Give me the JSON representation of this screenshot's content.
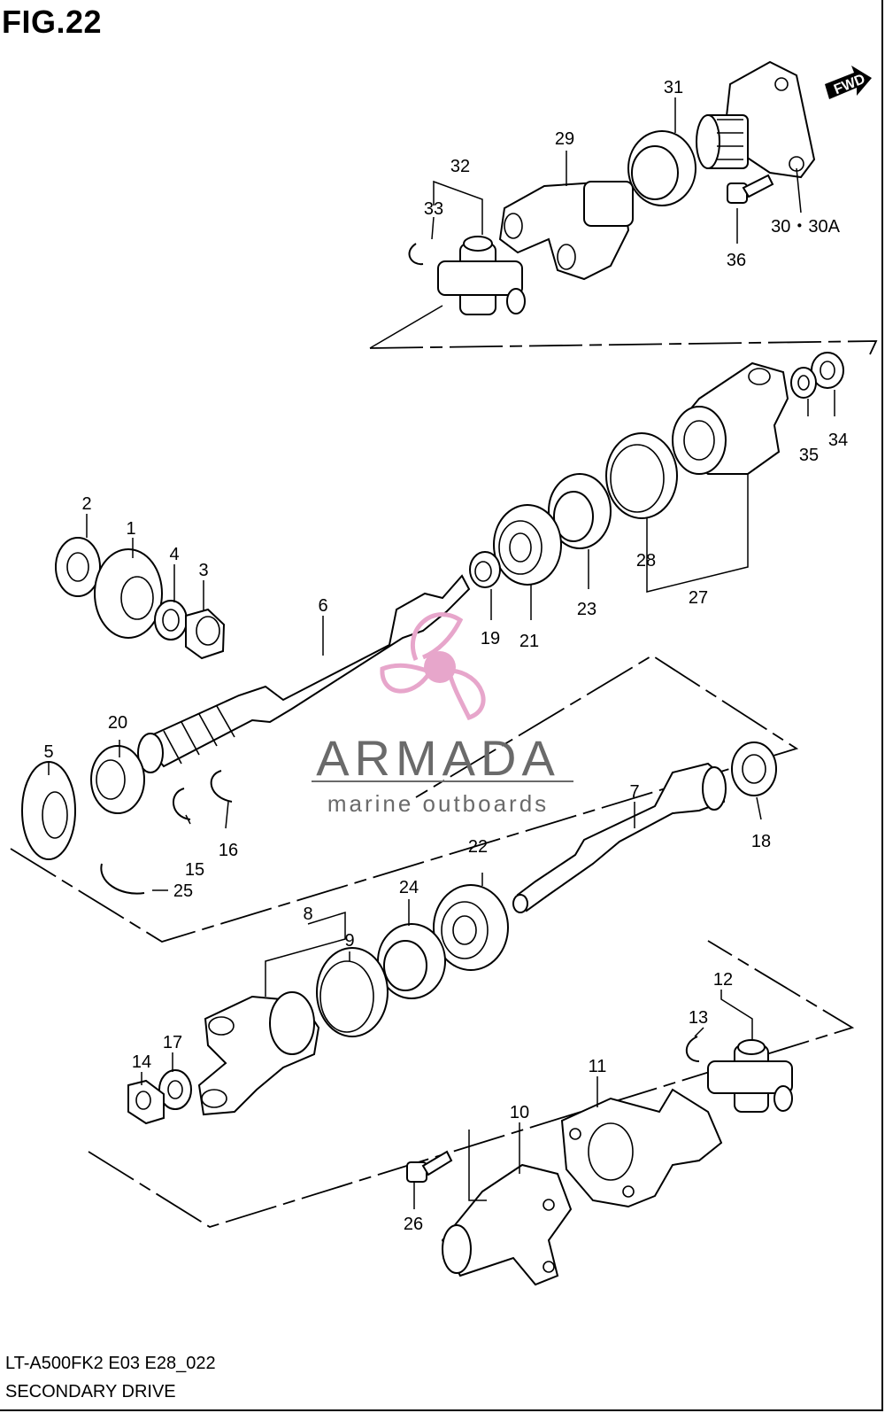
{
  "figure": {
    "title": "FIG.22"
  },
  "footer": {
    "model_code": "LT-A500FK2 E03 E28_022",
    "section_name": "SECONDARY DRIVE"
  },
  "direction_badge": {
    "text": "FWD"
  },
  "watermark": {
    "name": "ARMADA",
    "tagline": "marine outboards",
    "logo_color": "#e7a6cb",
    "text_color": "#6a6a6a"
  },
  "callouts": [
    {
      "id": "c1",
      "text": "1"
    },
    {
      "id": "c2",
      "text": "2"
    },
    {
      "id": "c3",
      "text": "3"
    },
    {
      "id": "c4",
      "text": "4"
    },
    {
      "id": "c5",
      "text": "5"
    },
    {
      "id": "c6",
      "text": "6"
    },
    {
      "id": "c7",
      "text": "7"
    },
    {
      "id": "c8",
      "text": "8"
    },
    {
      "id": "c9",
      "text": "9"
    },
    {
      "id": "c10",
      "text": "10"
    },
    {
      "id": "c11",
      "text": "11"
    },
    {
      "id": "c12",
      "text": "12"
    },
    {
      "id": "c13",
      "text": "13"
    },
    {
      "id": "c14",
      "text": "14"
    },
    {
      "id": "c15",
      "text": "15"
    },
    {
      "id": "c16",
      "text": "16"
    },
    {
      "id": "c17",
      "text": "17"
    },
    {
      "id": "c18",
      "text": "18"
    },
    {
      "id": "c19",
      "text": "19"
    },
    {
      "id": "c20",
      "text": "20"
    },
    {
      "id": "c21",
      "text": "21"
    },
    {
      "id": "c22",
      "text": "22"
    },
    {
      "id": "c23",
      "text": "23"
    },
    {
      "id": "c24",
      "text": "24"
    },
    {
      "id": "c25",
      "text": "25"
    },
    {
      "id": "c26",
      "text": "26"
    },
    {
      "id": "c27",
      "text": "27"
    },
    {
      "id": "c28",
      "text": "28"
    },
    {
      "id": "c29",
      "text": "29"
    },
    {
      "id": "c30",
      "text": "30・30A"
    },
    {
      "id": "c31",
      "text": "31"
    },
    {
      "id": "c32",
      "text": "32"
    },
    {
      "id": "c33",
      "text": "33"
    },
    {
      "id": "c34",
      "text": "34"
    },
    {
      "id": "c35",
      "text": "35"
    },
    {
      "id": "c36",
      "text": "36"
    }
  ]
}
